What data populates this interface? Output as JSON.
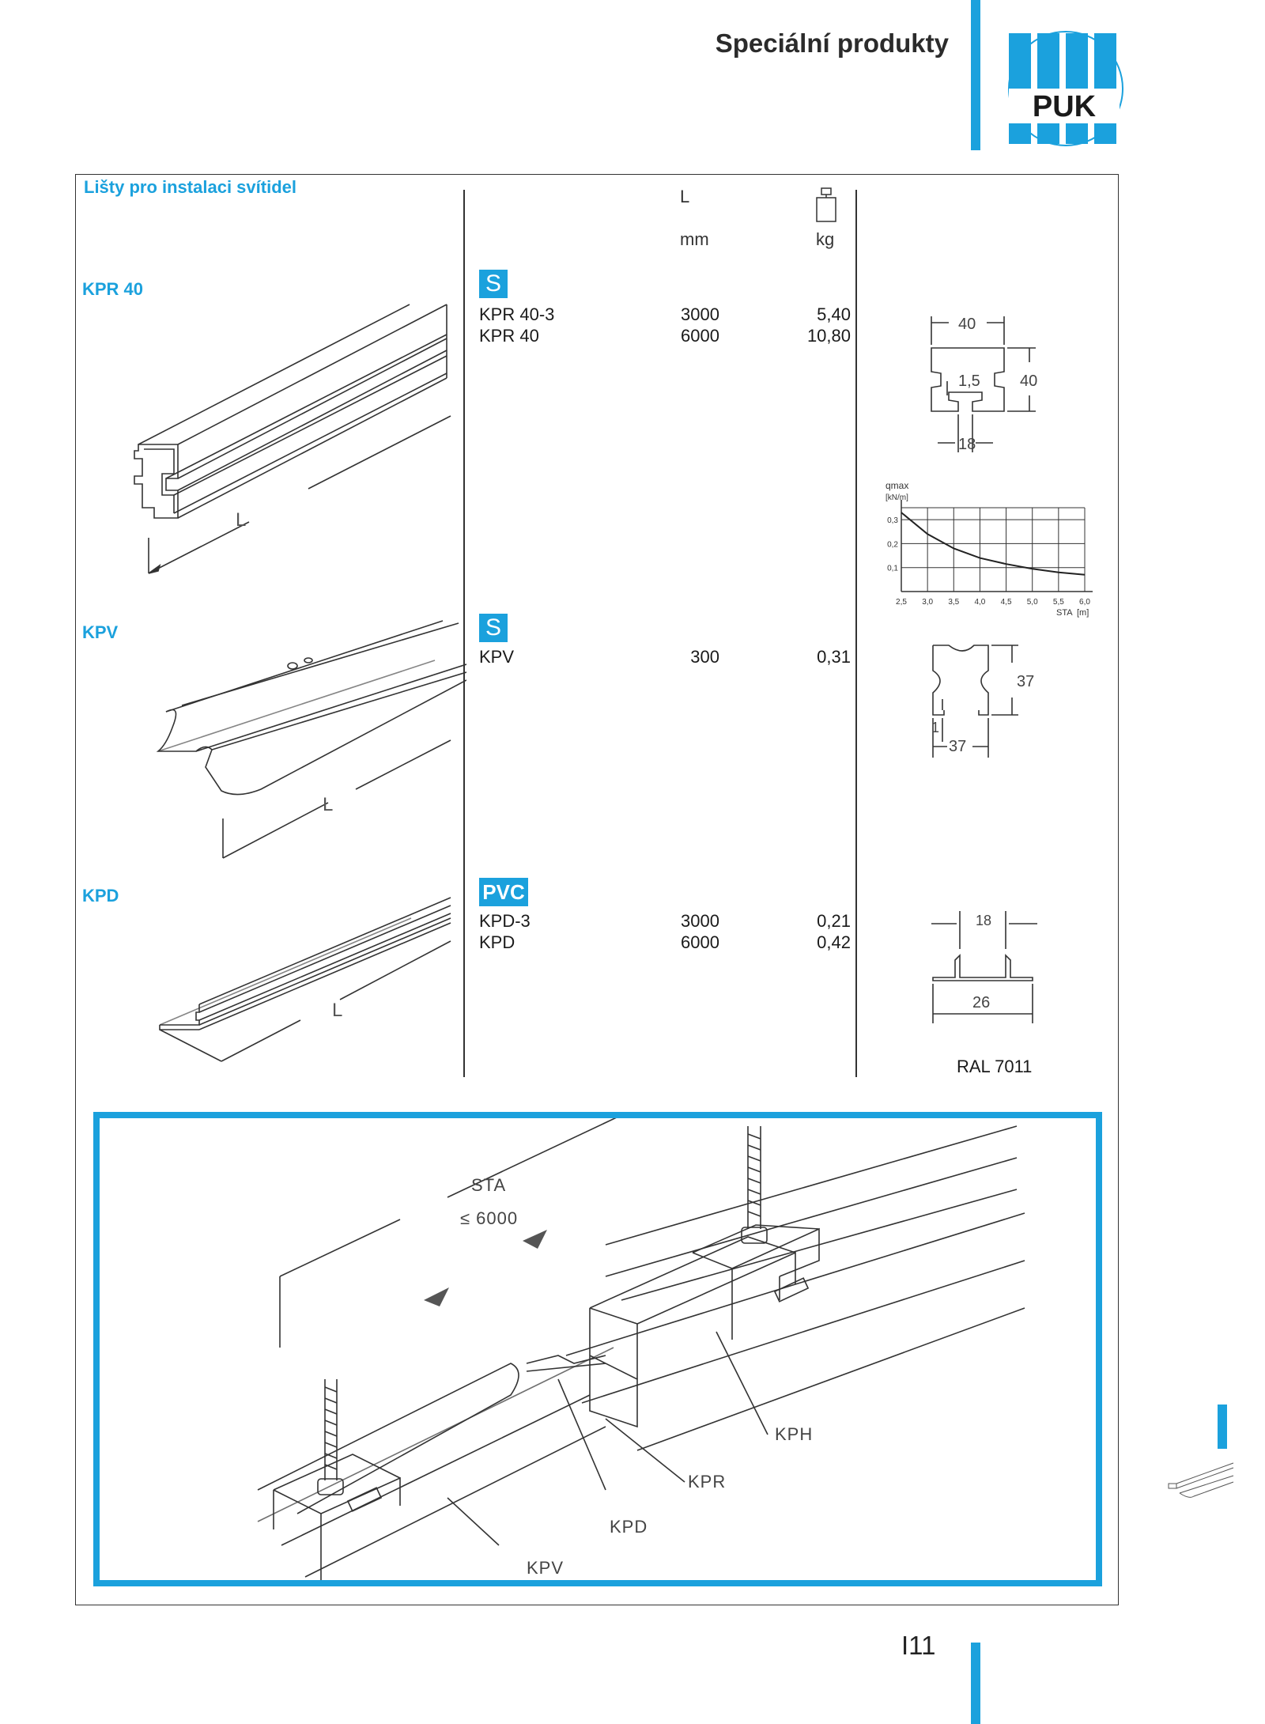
{
  "header": {
    "title": "Speciální produkty",
    "logo_text": "PUK"
  },
  "section": {
    "title": "Lišty pro instalaci svítidel",
    "col_length_label": "L",
    "col_length_unit": "mm",
    "col_weight_unit": "kg",
    "weight_icon": "weight-icon"
  },
  "products": [
    {
      "label": "KPR 40",
      "material": "S",
      "rows": [
        {
          "name": "KPR 40-3",
          "length": "3000",
          "weight": "5,40"
        },
        {
          "name": "KPR 40",
          "length": "6000",
          "weight": "10,80"
        }
      ],
      "dims": [
        "40",
        "40",
        "1,5",
        "18"
      ]
    },
    {
      "label": "KPV",
      "material": "S",
      "rows": [
        {
          "name": "KPV",
          "length": "300",
          "weight": "0,31"
        }
      ],
      "dims": [
        "37",
        "37",
        "1"
      ]
    },
    {
      "label": "KPD",
      "material": "PVC",
      "rows": [
        {
          "name": "KPD-3",
          "length": "3000",
          "weight": "0,21"
        },
        {
          "name": "KPD",
          "length": "6000",
          "weight": "0,42"
        }
      ],
      "dims": [
        "18",
        "26"
      ],
      "note": "RAL 7011"
    }
  ],
  "drawing_length_label": "L",
  "load_chart": {
    "ylabel": "qmax",
    "yunit": "[kN/m]",
    "yticks": [
      "0,3",
      "0,2",
      "0,1"
    ],
    "xticks": [
      "2,5",
      "3,0",
      "3,5",
      "4,0",
      "4,5",
      "5,0",
      "5,5",
      "6,0"
    ],
    "xlabel": "STA",
    "xunit": "[m]"
  },
  "chart_data": {
    "type": "line",
    "title": "",
    "xlabel": "STA [m]",
    "ylabel": "qmax [kN/m]",
    "xlim": [
      2.5,
      6.0
    ],
    "ylim": [
      0,
      0.35
    ],
    "grid": true,
    "x": [
      2.5,
      3.0,
      3.5,
      4.0,
      4.5,
      5.0,
      5.5,
      6.0
    ],
    "series": [
      {
        "values": [
          0.33,
          0.24,
          0.18,
          0.14,
          0.115,
          0.095,
          0.08,
          0.07
        ]
      }
    ]
  },
  "assembly": {
    "sta_label": "STA",
    "sta_value": "≤ 6000",
    "labels": {
      "kph": "KPH",
      "kpr": "KPR",
      "kpd": "KPD",
      "kpv": "KPV"
    }
  },
  "footer": {
    "page": "I11"
  },
  "colors": {
    "accent": "#1ba1dd",
    "text": "#1a1a1a"
  }
}
